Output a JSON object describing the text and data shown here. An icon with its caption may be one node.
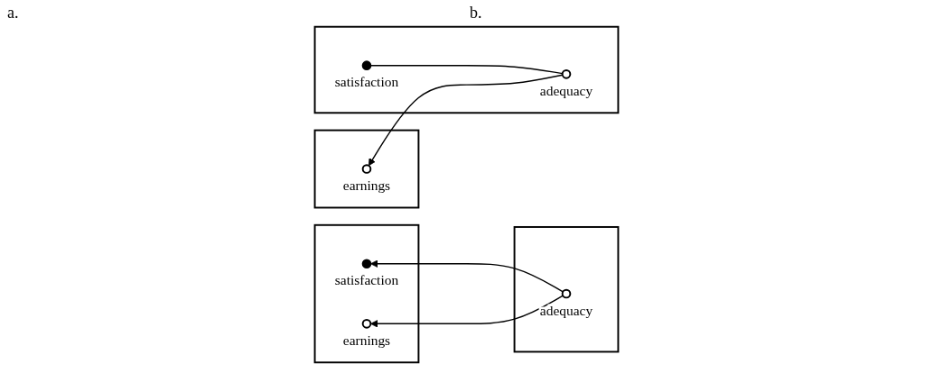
{
  "diagram": {
    "nodes": [
      {
        "text": [],
        "shape": "box"
      },
      {
        "text": [],
        "shape": "circle",
        "beside": [
          "satisfaction"
        ],
        "in": 0
      },
      {
        "text": [],
        "shape": "circle",
        "beside": [
          "earnings"
        ],
        "in": 0
      },
      {
        "text": [],
        "shape": "box"
      },
      {
        "text": [],
        "shape": "circle",
        "beside": [
          "adequacy"
        ],
        "in": 3
      },
      {
        "text": [],
        "shape": "box"
      },
      {
        "text": [],
        "shape": "circle",
        "beside": [
          "earnings"
        ],
        "in": 5
      },
      {
        "text": [],
        "shape": "box"
      },
      {
        "text": [],
        "shape": "circle",
        "beside": [
          "adequacy"
        ],
        "in": 7
      },
      {
        "text": [],
        "shape": "circle",
        "beside": [
          "satisfaction"
        ],
        "in": 7
      }
    ],
    "edges": [
      {
        "from": 4,
        "to": 1,
        "arrow": "to"
      },
      {
        "from": 4,
        "to": 2,
        "arrow": "to"
      },
      {
        "from": 8,
        "to": 6,
        "arrow": "to"
      },
      {
        "from": 8,
        "to": 9,
        "arrow": "none"
      }
    ],
    "labels": [
      "a.",
      "b."
    ]
  }
}
